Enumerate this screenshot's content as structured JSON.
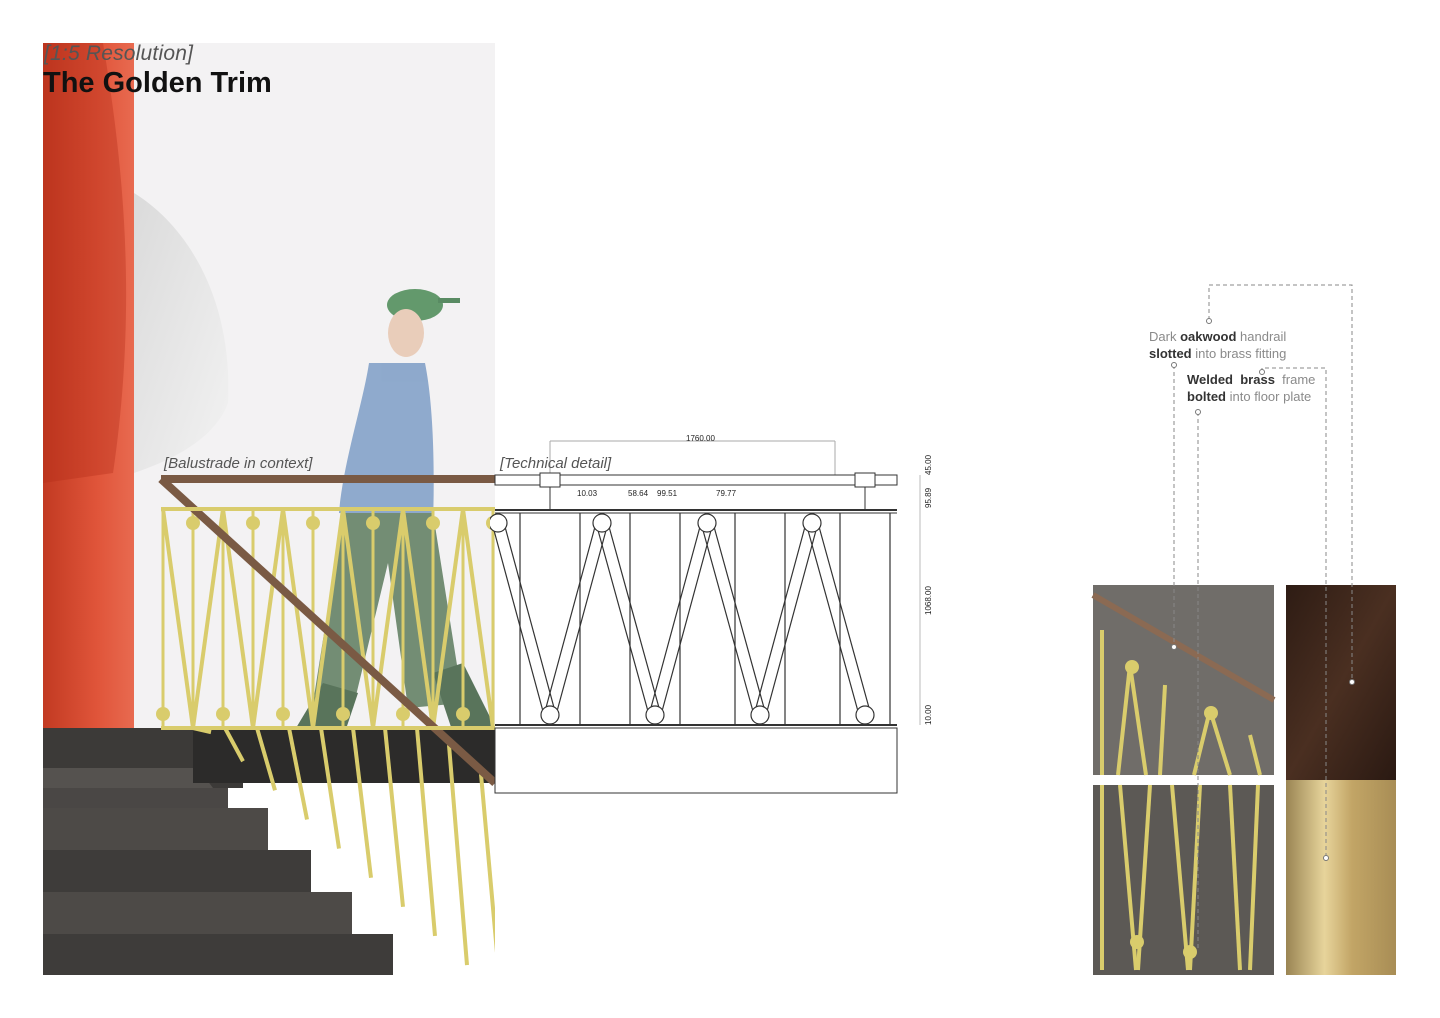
{
  "header": {
    "subtitle": "[1:5 Resolution]",
    "title": "The Golden Trim"
  },
  "captions": {
    "context": "[Balustrade in context]",
    "technical": "[Technical detail]"
  },
  "dimensions": {
    "overall_width": "1760.00",
    "d1": "10.03",
    "d2": "58.64",
    "d3": "99.51",
    "d4": "79.77",
    "rail_height": "45.00",
    "top_gap": "95.89",
    "infill_height": "1068.00",
    "base_gap": "10.00"
  },
  "annotations": {
    "handrail": {
      "w1": "Dark",
      "w2": "oakwood",
      "w3": "handrail",
      "w4": "slotted",
      "w5": "into brass fitting"
    },
    "frame": {
      "w1": "Welded",
      "w2": "brass",
      "w3": "frame",
      "w4": "bolted",
      "w5": "into floor plate"
    }
  },
  "colors": {
    "brass": "#d9cc6c",
    "oak": "#7a5a44",
    "red": "#e0553a",
    "stair": "#4a4845",
    "dark_wood": "#3a2419",
    "polished_brass": "#c8ae6c"
  }
}
